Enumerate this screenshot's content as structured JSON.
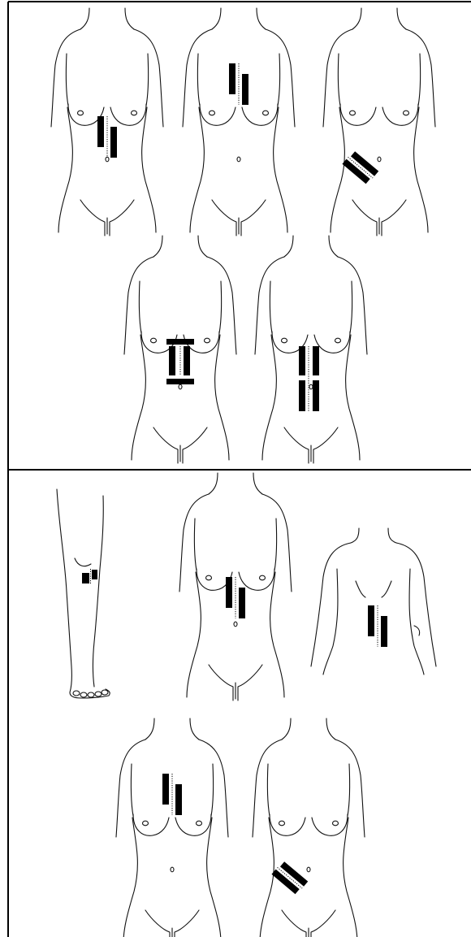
{
  "panels": [
    {
      "id": "top",
      "figures": [
        {
          "name": "torso-front-1",
          "electrodes": "paired-vertical-abdomen-center"
        },
        {
          "name": "torso-front-2",
          "electrodes": "paired-vertical-chest-center"
        },
        {
          "name": "torso-front-3",
          "electrodes": "paired-diagonal-lower-right"
        },
        {
          "name": "torso-front-4",
          "electrodes": "vertical-pair-with-horizontal-bars"
        },
        {
          "name": "torso-front-5",
          "electrodes": "stacked-vertical-pairs"
        }
      ]
    },
    {
      "id": "bottom",
      "figures": [
        {
          "name": "leg-front",
          "electrodes": "paired-knee-medial"
        },
        {
          "name": "torso-front-6",
          "electrodes": "paired-vertical-abdomen-center"
        },
        {
          "name": "torso-back",
          "electrodes": "paired-vertical-lower-back"
        },
        {
          "name": "torso-front-7",
          "electrodes": "paired-vertical-chest-center"
        },
        {
          "name": "torso-front-8",
          "electrodes": "paired-diagonal-lower-right"
        }
      ]
    }
  ]
}
